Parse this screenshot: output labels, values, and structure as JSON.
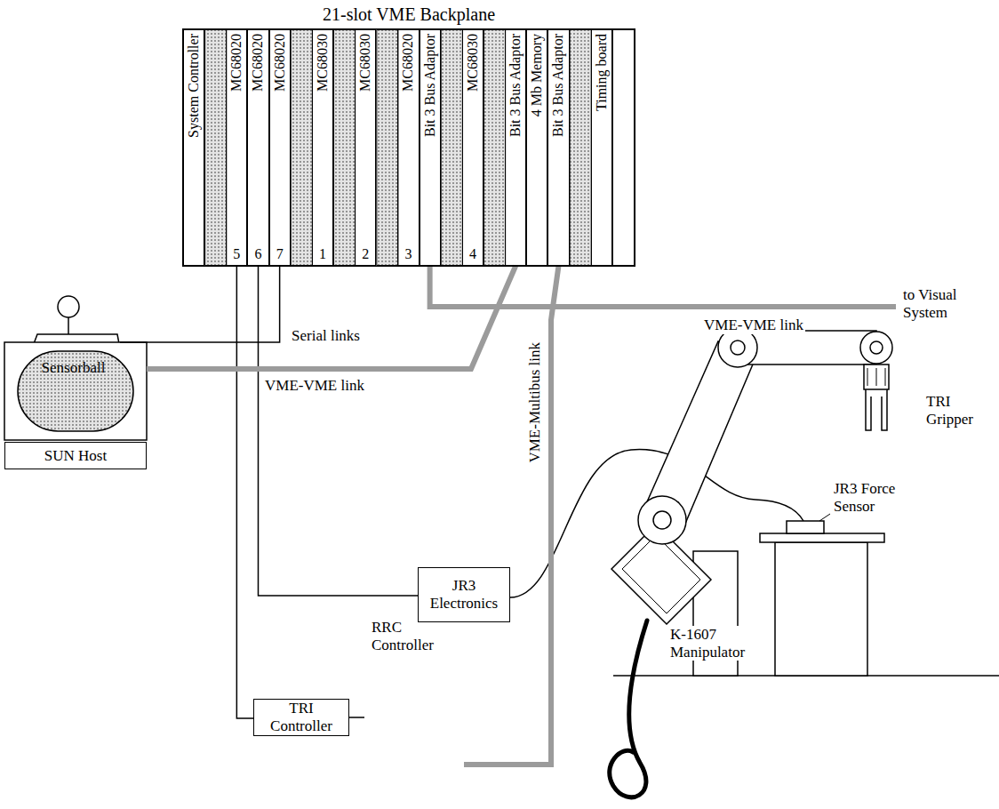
{
  "diagram": {
    "nodes": [
      {
        "text": [
          "21-slot VME Backplane"
        ]
      },
      {
        "text": [
          "System Controller"
        ],
        "in": 0
      },
      {
        "text": [
          "MC68020",
          "5"
        ],
        "in": 0
      },
      {
        "text": [
          "MC68020",
          "6"
        ],
        "in": 0
      },
      {
        "text": [
          "MC68020",
          "7"
        ],
        "in": 0
      },
      {
        "text": [
          "MC68030",
          "1"
        ],
        "in": 0
      },
      {
        "text": [
          "MC68030",
          "2"
        ],
        "in": 0
      },
      {
        "text": [
          "MC68020",
          "3"
        ],
        "in": 0
      },
      {
        "text": [
          "Bit 3 Bus Adaptor"
        ],
        "in": 0
      },
      {
        "text": [
          "MC68030",
          "4"
        ],
        "in": 0
      },
      {
        "text": [
          "Bit 3 Bus Adaptor"
        ],
        "in": 0
      },
      {
        "text": [
          "4 Mb Memory"
        ],
        "in": 0
      },
      {
        "text": [
          "Bit 3 Bus Adaptor"
        ],
        "in": 0
      },
      {
        "text": [
          "Timing board"
        ],
        "in": 0
      },
      {
        "text": [
          "Sensorball"
        ]
      },
      {
        "text": [
          "SUN Host"
        ]
      },
      {
        "text": [
          "JR3 Electronics"
        ]
      },
      {
        "text": [
          "TRI Controller"
        ]
      },
      {
        "text": [
          "RRC Controller"
        ]
      }
    ],
    "edges": [
      {
        "from": 4,
        "to": 14,
        "arrow": "none",
        "label": "Serial links"
      },
      {
        "from": 3,
        "to": 16,
        "arrow": "none"
      },
      {
        "from": 2,
        "to": 17,
        "arrow": "none"
      },
      {
        "from": 17,
        "to": 18,
        "arrow": "none"
      },
      {
        "from": 10,
        "to": 15,
        "arrow": "none",
        "label": "VME-VME link"
      },
      {
        "from": 12,
        "to": 18,
        "arrow": "none",
        "label": "VME-Multibus link"
      }
    ],
    "labels": [
      "to Visual System",
      "VME-VME link",
      "TRI Gripper",
      "JR3 Force Sensor",
      "K-1607 Manipulator"
    ]
  }
}
